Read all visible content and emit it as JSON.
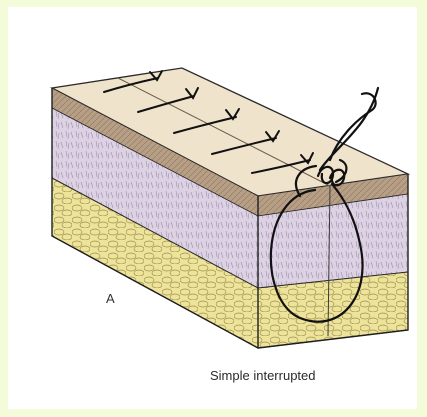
{
  "figure": {
    "panel_label": "A",
    "caption": "Simple interrupted",
    "colors": {
      "page_background": "#f3fbd9",
      "epidermis": "#efe3cc",
      "dermis": "#ddd2e4",
      "fat": "#ede39a",
      "suture": "#111111"
    },
    "layers": [
      "epidermis",
      "dermis",
      "subcutaneous-fat"
    ],
    "stitch_count": 5
  }
}
